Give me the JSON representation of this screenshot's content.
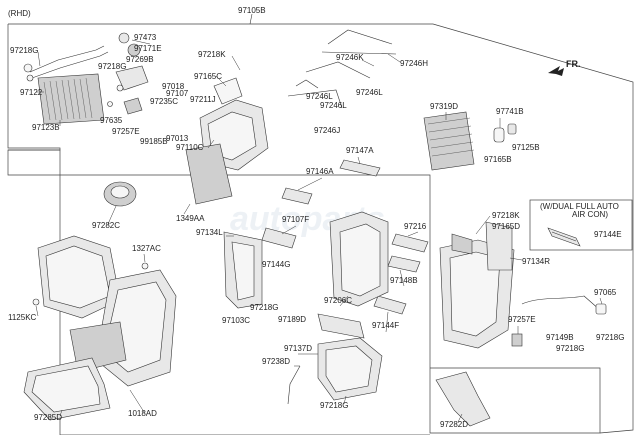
{
  "header": {
    "variant": "(RHD)",
    "main_part": "97105B",
    "direction": "FR."
  },
  "option_box": {
    "title_line1": "(W/DUAL FULL AUTO",
    "title_line2": "AIR CON)",
    "part": "97144E"
  },
  "watermark": "autoparts",
  "parts": [
    "97218G",
    "97473",
    "97171E",
    "97218G",
    "97269B",
    "97122",
    "97123B",
    "97018",
    "97107",
    "97235C",
    "97635",
    "97257E",
    "99185B",
    "97013",
    "97218K",
    "97165C",
    "97211J",
    "97110C",
    "97246K",
    "97246H",
    "97246L",
    "97246L",
    "97246L",
    "97246J",
    "97319D",
    "97741B",
    "97125B",
    "97165B",
    "97147A",
    "97146A",
    "97282C",
    "1349AA",
    "97107F",
    "97134L",
    "97216",
    "97218K",
    "97165D",
    "1327AC",
    "97144G",
    "97134R",
    "1125KC",
    "97148B",
    "97218G",
    "97103C",
    "97206C",
    "97189D",
    "97144F",
    "97065",
    "97257E",
    "97218G",
    "97149B",
    "97218G",
    "97137D",
    "97238D",
    "97218G",
    "97285D",
    "1018AD",
    "97282D"
  ]
}
